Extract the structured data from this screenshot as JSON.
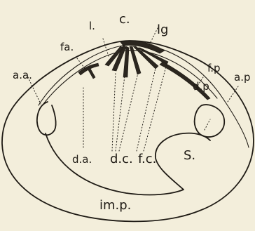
{
  "labels": {
    "c": "c.",
    "l": "l.",
    "lg": "lg",
    "fa": "fa.",
    "aa": "a.a.",
    "da": "d.a.",
    "dc": "d.c.",
    "fc": "f.c.",
    "fp": "f.p",
    "dp": "d.p",
    "ap": "a.p",
    "s": "S.",
    "imp": "im.p."
  }
}
